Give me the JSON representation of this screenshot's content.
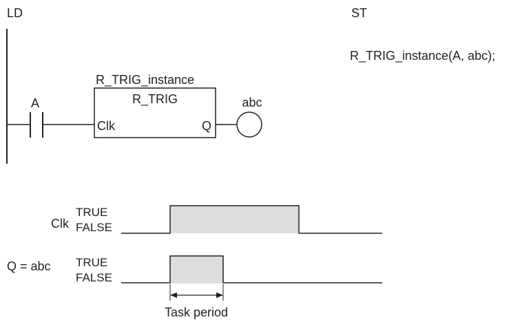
{
  "ld_section": {
    "title": "LD",
    "contact_label": "A",
    "block": {
      "instance_name": "R_TRIG_instance",
      "type_name": "R_TRIG",
      "input_pin": "Clk",
      "output_pin": "Q"
    },
    "coil_label": "abc"
  },
  "st_section": {
    "title": "ST",
    "code": "R_TRIG_instance(A, abc);"
  },
  "timing": {
    "rows": [
      {
        "signal": "Clk",
        "true_label": "TRUE",
        "false_label": "FALSE"
      },
      {
        "signal": "Q = abc",
        "true_label": "TRUE",
        "false_label": "FALSE"
      }
    ],
    "period_label": "Task period",
    "pulse_fill": "#dcdddd"
  }
}
